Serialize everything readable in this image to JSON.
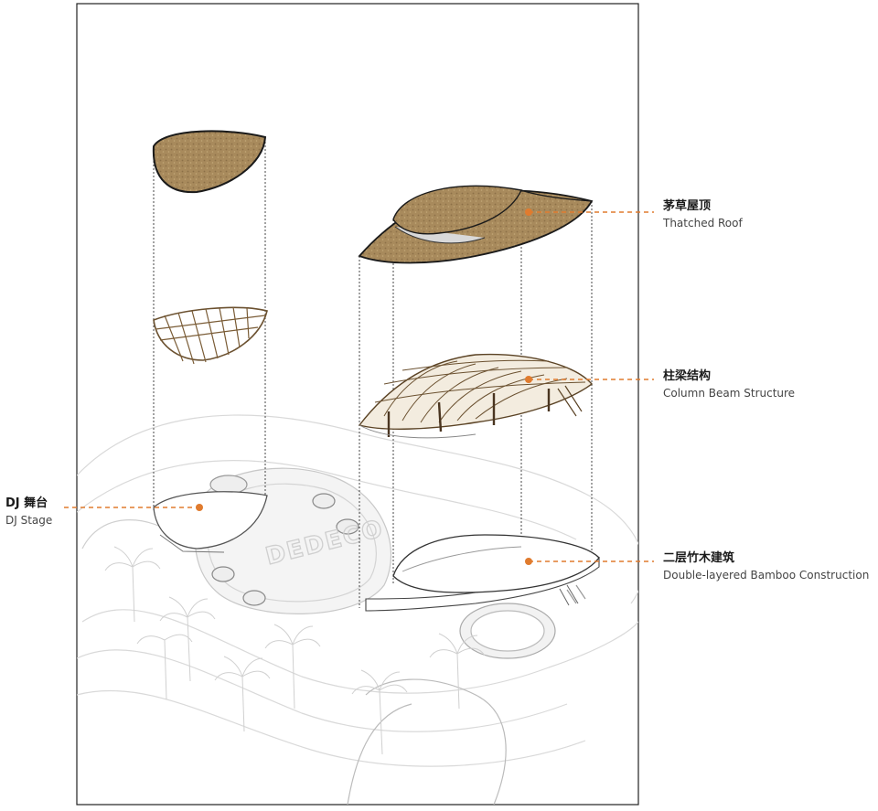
{
  "accent_color": "#e07b2e",
  "thatch_color": "#a88a5c",
  "frame_color": "#222222",
  "floor_text": "DEDECO",
  "labels": {
    "roof": {
      "zh": "茅草屋顶",
      "en": "Thatched Roof"
    },
    "structure": {
      "zh": "柱梁结构",
      "en": "Column Beam Structure"
    },
    "stage": {
      "zh": "DJ 舞台",
      "en": "DJ Stage"
    },
    "building": {
      "zh": "二层竹木建筑",
      "en": "Double-layered Bamboo Construction"
    }
  }
}
